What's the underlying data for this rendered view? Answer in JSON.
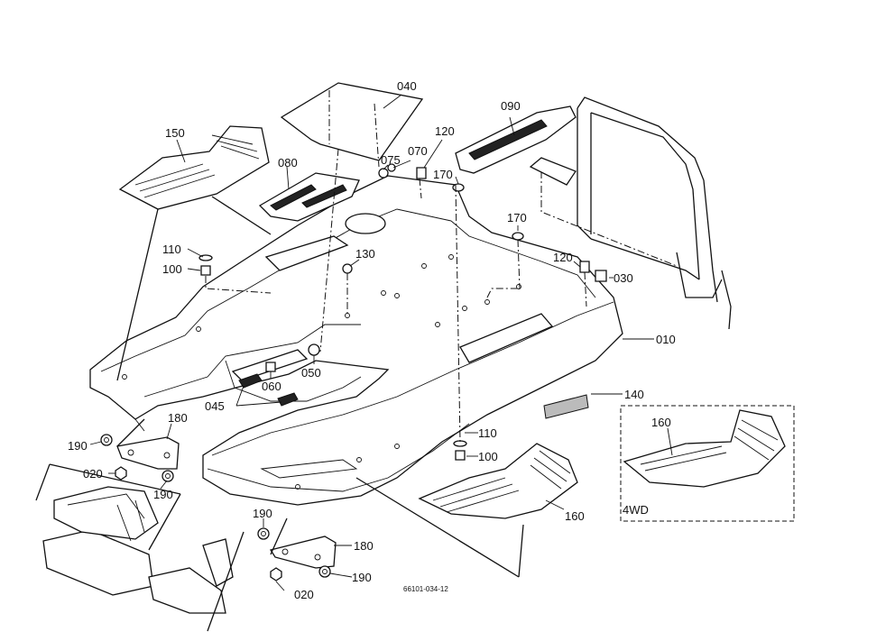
{
  "callouts": {
    "c010": "010",
    "c020a": "020",
    "c020b": "020",
    "c030": "030",
    "c040": "040",
    "c045": "045",
    "c050": "050",
    "c060": "060",
    "c070": "070",
    "c075": "075",
    "c080": "080",
    "c090": "090",
    "c100a": "100",
    "c100b": "100",
    "c110a": "110",
    "c110b": "110",
    "c120a": "120",
    "c120b": "120",
    "c130": "130",
    "c140": "140",
    "c150": "150",
    "c160a": "160",
    "c160b": "160",
    "c170a": "170",
    "c170b": "170",
    "c180a": "180",
    "c180b": "180",
    "c190a": "190",
    "c190b": "190",
    "c190c": "190",
    "c190d": "190"
  },
  "inset_label": "4WD",
  "figure_code": "66101-034-12"
}
